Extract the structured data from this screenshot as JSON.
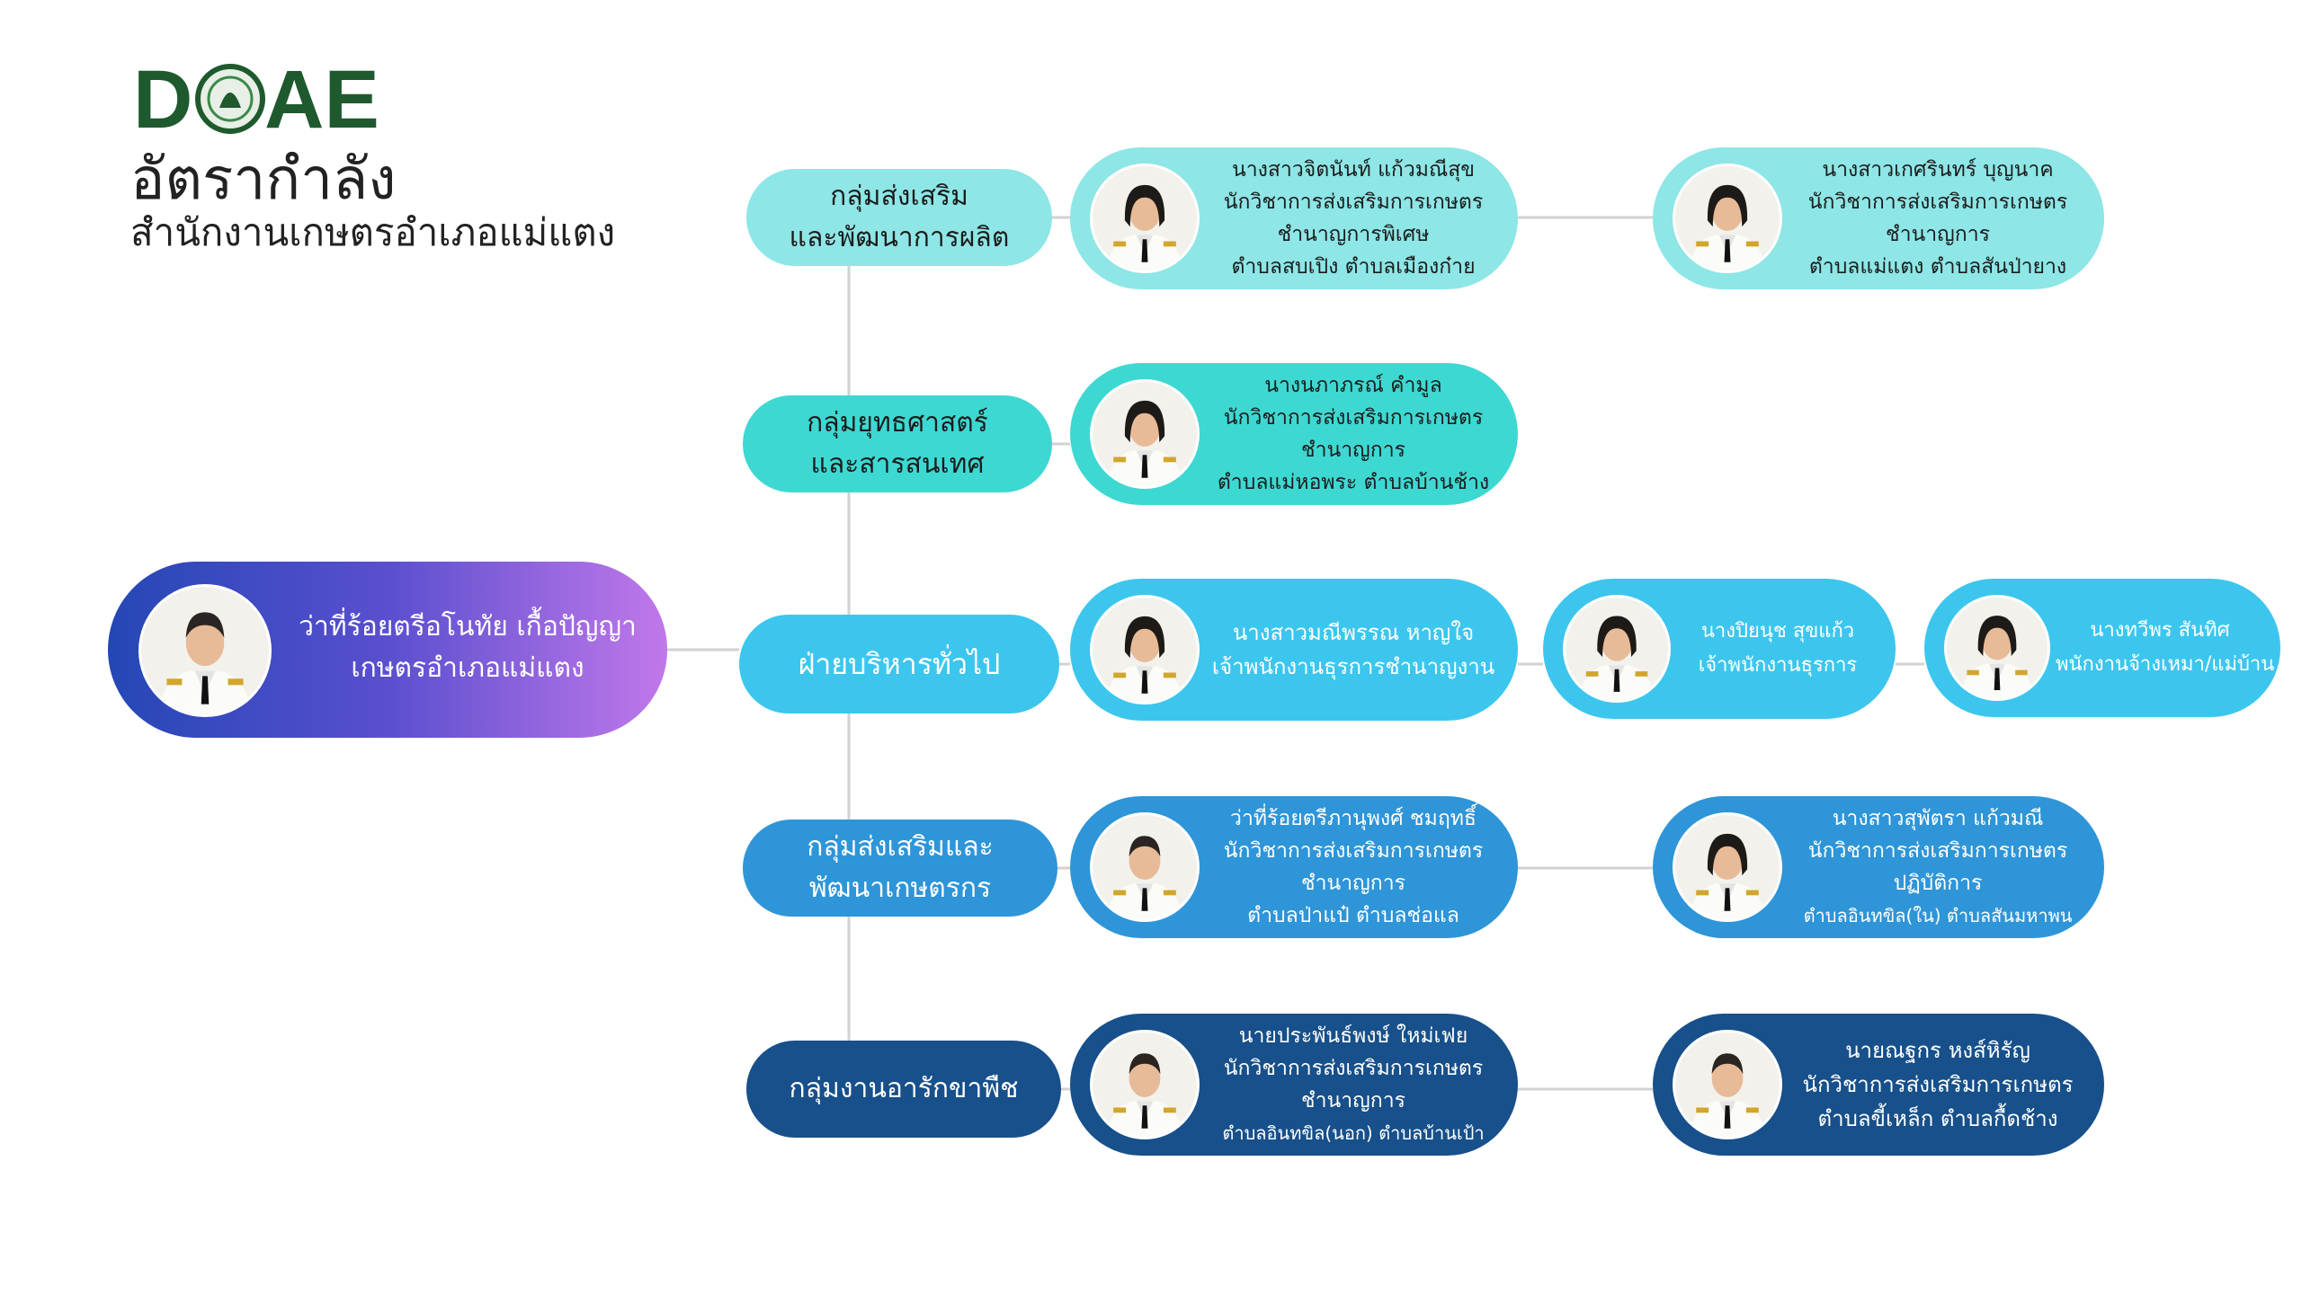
{
  "logo": {
    "text": "DOAE",
    "icon": "seal-emblem-icon",
    "color": "#1e5a2e"
  },
  "title": "อัตรากำลัง",
  "subtitle": "สำนักงานเกษตรอำเภอแม่แตง",
  "head": {
    "name": "ว่าที่ร้อยตรีอโนทัย เกื้อปัญญา",
    "position": "เกษตรอำเภอแม่แตง"
  },
  "groups": [
    {
      "lines": [
        "กลุ่มส่งเสริม",
        "และพัฒนาการผลิต"
      ],
      "color": "#8ee6e6",
      "members": [
        {
          "lines": [
            "นางสาวจิตนันท์  แก้วมณีสุข",
            "นักวิชาการส่งเสริมการเกษตร",
            "ชำนาญการพิเศษ",
            "ตำบลสบเปิง ตำบลเมืองก๋าย"
          ],
          "gender": "f"
        },
        {
          "lines": [
            "นางสาวเกศรินทร์ บุญนาค",
            "นักวิชาการส่งเสริมการเกษตร",
            "ชำนาญการ",
            "ตำบลแม่แตง ตำบลสันป่ายาง"
          ],
          "gender": "f"
        }
      ]
    },
    {
      "lines": [
        "กลุ่มยุทธศาสตร์",
        "และสารสนเทศ"
      ],
      "color": "#3ed8d2",
      "members": [
        {
          "lines": [
            "นางนภาภรณ์ คำมูล",
            "นักวิชาการส่งเสริมการเกษตร",
            "ชำนาญการ",
            "ตำบลแม่หอพระ ตำบลบ้านช้าง"
          ],
          "gender": "f"
        }
      ]
    },
    {
      "lines": [
        "ฝ่ายบริหารทั่วไป"
      ],
      "color": "#3cc6ee",
      "members": [
        {
          "lines": [
            "นางสาวมณีพรรณ หาญใจ",
            "เจ้าพนักงานธุรการชำนาญงาน"
          ],
          "gender": "f"
        },
        {
          "lines": [
            "นางปิยนุช  สุขแก้ว",
            "เจ้าพนักงานธุรการ"
          ],
          "gender": "f"
        },
        {
          "lines": [
            "นางทวีพร  สันทิศ",
            "พนักงานจ้างเหมา/แม่บ้าน"
          ],
          "gender": "f"
        }
      ]
    },
    {
      "lines": [
        "กลุ่มส่งเสริมและ",
        "พัฒนาเกษตรกร"
      ],
      "color": "#2e95d8",
      "members": [
        {
          "lines": [
            "ว่าที่ร้อยตรีภานุพงศ์  ชมฤทธิ์",
            "นักวิชาการส่งเสริมการเกษตร",
            "ชำนาญการ",
            "ตำบลป่าแป๋ ตำบลช่อแล"
          ],
          "gender": "m"
        },
        {
          "lines": [
            "นางสาวสุพัตรา  แก้วมณี",
            "นักวิชาการส่งเสริมการเกษตร",
            "ปฏิบัติการ",
            "ตำบลอินทขิล(ใน) ตำบลสันมหาพน"
          ],
          "gender": "f"
        }
      ]
    },
    {
      "lines": [
        "กลุ่มงานอารักขาพืช"
      ],
      "color": "#17508a",
      "members": [
        {
          "lines": [
            "นายประพันธ์พงษ์ ใหม่เฟย",
            "นักวิชาการส่งเสริมการเกษตร",
            "ชำนาญการ",
            "ตำบลอินทขิล(นอก)  ตำบลบ้านเป้า"
          ],
          "gender": "m"
        },
        {
          "lines": [
            "นายณฐกร  หงส์หิรัญ",
            "นักวิชาการส่งเสริมการเกษตร",
            "ตำบลขี้เหล็ก ตำบลกื้ดช้าง"
          ],
          "gender": "m"
        }
      ]
    }
  ]
}
